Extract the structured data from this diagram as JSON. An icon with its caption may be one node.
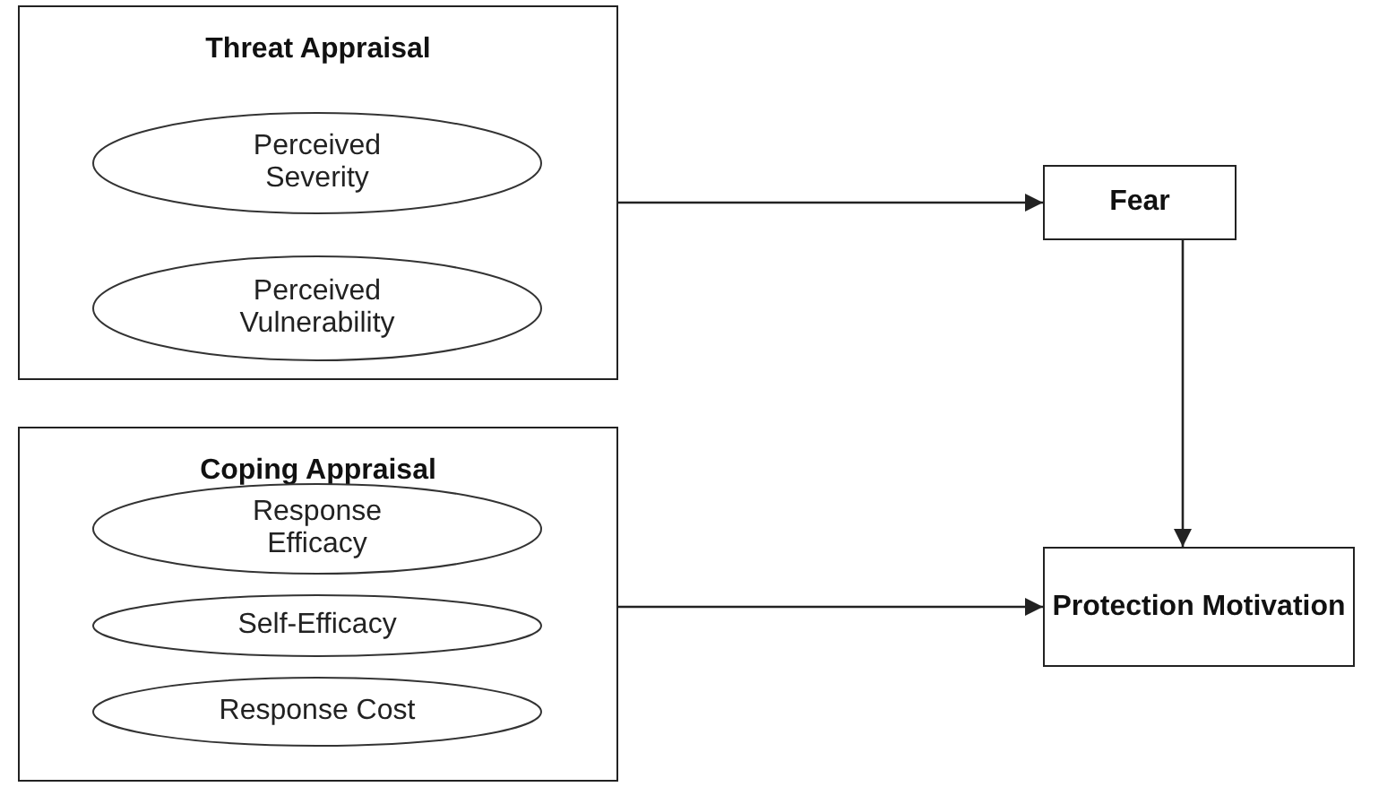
{
  "diagram": {
    "nodes": [
      {
        "text": [
          "Threat Appraisal"
        ]
      },
      {
        "text": [
          "Perceived Severity"
        ],
        "in": 0
      },
      {
        "text": [
          "Perceived Vulnerability"
        ],
        "in": 0
      },
      {
        "text": [
          "Coping Appraisal"
        ]
      },
      {
        "text": [
          "Response Efficacy"
        ],
        "in": 3
      },
      {
        "text": [
          "Self-Efficacy"
        ],
        "in": 3
      },
      {
        "text": [
          "Response Cost"
        ],
        "in": 3
      },
      {
        "text": [
          "Fear"
        ]
      },
      {
        "text": [
          "Protection Motivation"
        ]
      }
    ],
    "edges": [
      {
        "from": 0,
        "to": 7,
        "arrow": "to"
      },
      {
        "from": 7,
        "to": 8,
        "arrow": "to"
      },
      {
        "from": 3,
        "to": 8,
        "arrow": "to"
      }
    ]
  }
}
